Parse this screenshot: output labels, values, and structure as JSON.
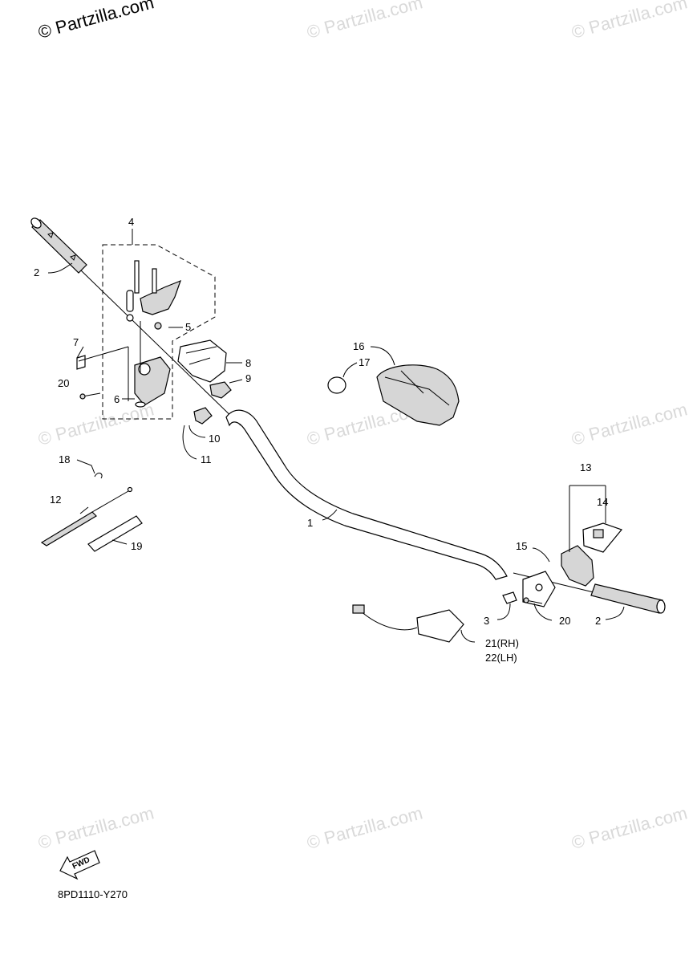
{
  "watermark": {
    "text": "© Partzilla.com",
    "color": "#d9d9d9"
  },
  "labels": {
    "p1": "1",
    "p2a": "2",
    "p2b": "2",
    "p3": "3",
    "p4": "4",
    "p5": "5",
    "p6": "6",
    "p7": "7",
    "p8": "8",
    "p9": "9",
    "p10": "10",
    "p11": "11",
    "p12": "12",
    "p13": "13",
    "p14": "14",
    "p15": "15",
    "p16": "16",
    "p17": "17",
    "p18": "18",
    "p19": "19",
    "p20a": "20",
    "p20b": "20",
    "p21": "21(RH)",
    "p22": "22(LH)"
  },
  "fwd_label": "FWD",
  "diagram_code": "8PD1110-Y270"
}
